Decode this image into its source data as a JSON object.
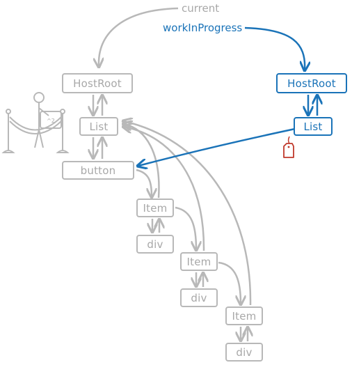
{
  "pointers": {
    "current": "current",
    "work_in_progress": "workInProgress"
  },
  "current_tree": {
    "host_root": "HostRoot",
    "list": "List",
    "button": "button",
    "items": [
      {
        "label": "Item",
        "child": "div"
      },
      {
        "label": "Item",
        "child": "div"
      },
      {
        "label": "Item",
        "child": "div"
      }
    ]
  },
  "wip_tree": {
    "host_root": "HostRoot",
    "list": "List"
  },
  "colors": {
    "current_stroke": "#b8b8b8",
    "current_text": "#a8a8a8",
    "wip": "#1a73b8",
    "tag": "#c0392b",
    "background": "#ffffff"
  },
  "icons": {
    "roped_barrier": "roped-barrier-icon",
    "stick_figure": "stick-figure-icon",
    "price_tag": "price-tag-icon"
  }
}
